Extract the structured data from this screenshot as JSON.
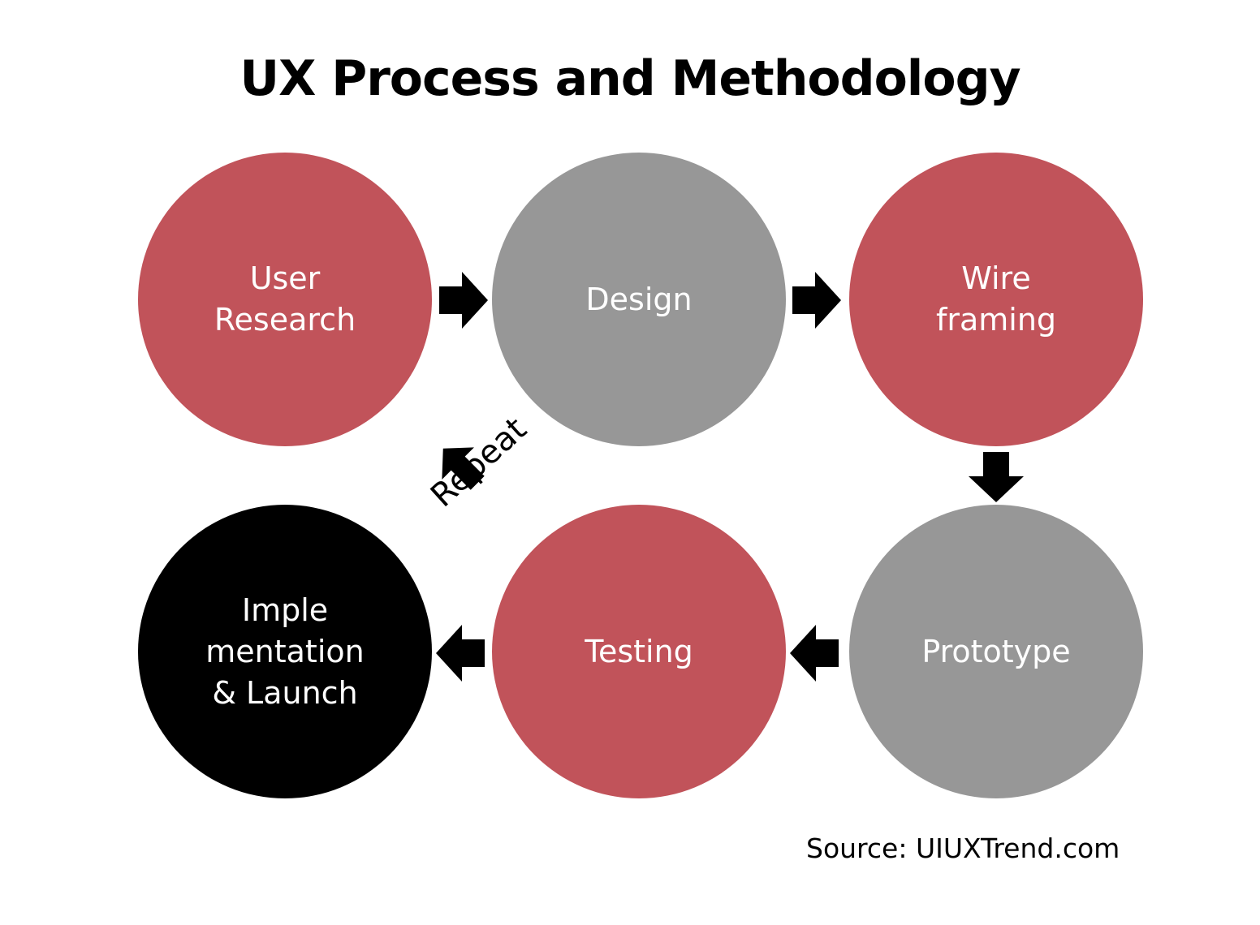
{
  "title": "UX Process and Methodology",
  "colors": {
    "red": "#c1535a",
    "gray": "#979797",
    "black": "#000000",
    "text": "#ffffff"
  },
  "nodes": [
    {
      "lines": [
        "User",
        "Research"
      ],
      "color": "red"
    },
    {
      "lines": [
        "Design"
      ],
      "color": "gray"
    },
    {
      "lines": [
        "Wire",
        "framing"
      ],
      "color": "red"
    },
    {
      "lines": [
        "Prototype"
      ],
      "color": "gray"
    },
    {
      "lines": [
        "Testing"
      ],
      "color": "red"
    },
    {
      "lines": [
        "Imple",
        "mentation",
        "& Launch"
      ],
      "color": "black"
    }
  ],
  "arrows": [
    {
      "from": "User Research",
      "to": "Design",
      "direction": "right-arrow-icon"
    },
    {
      "from": "Design",
      "to": "Wire framing",
      "direction": "right-arrow-icon"
    },
    {
      "from": "Wire framing",
      "to": "Prototype",
      "direction": "down-arrow-icon"
    },
    {
      "from": "Prototype",
      "to": "Testing",
      "direction": "left-arrow-icon"
    },
    {
      "from": "Testing",
      "to": "Implementation & Launch",
      "direction": "left-arrow-icon"
    },
    {
      "from": "Testing",
      "to": "User Research",
      "direction": "up-left-arrow-icon"
    }
  ],
  "repeat_label": "Repeat",
  "source": "Source: UIUXTrend.com"
}
